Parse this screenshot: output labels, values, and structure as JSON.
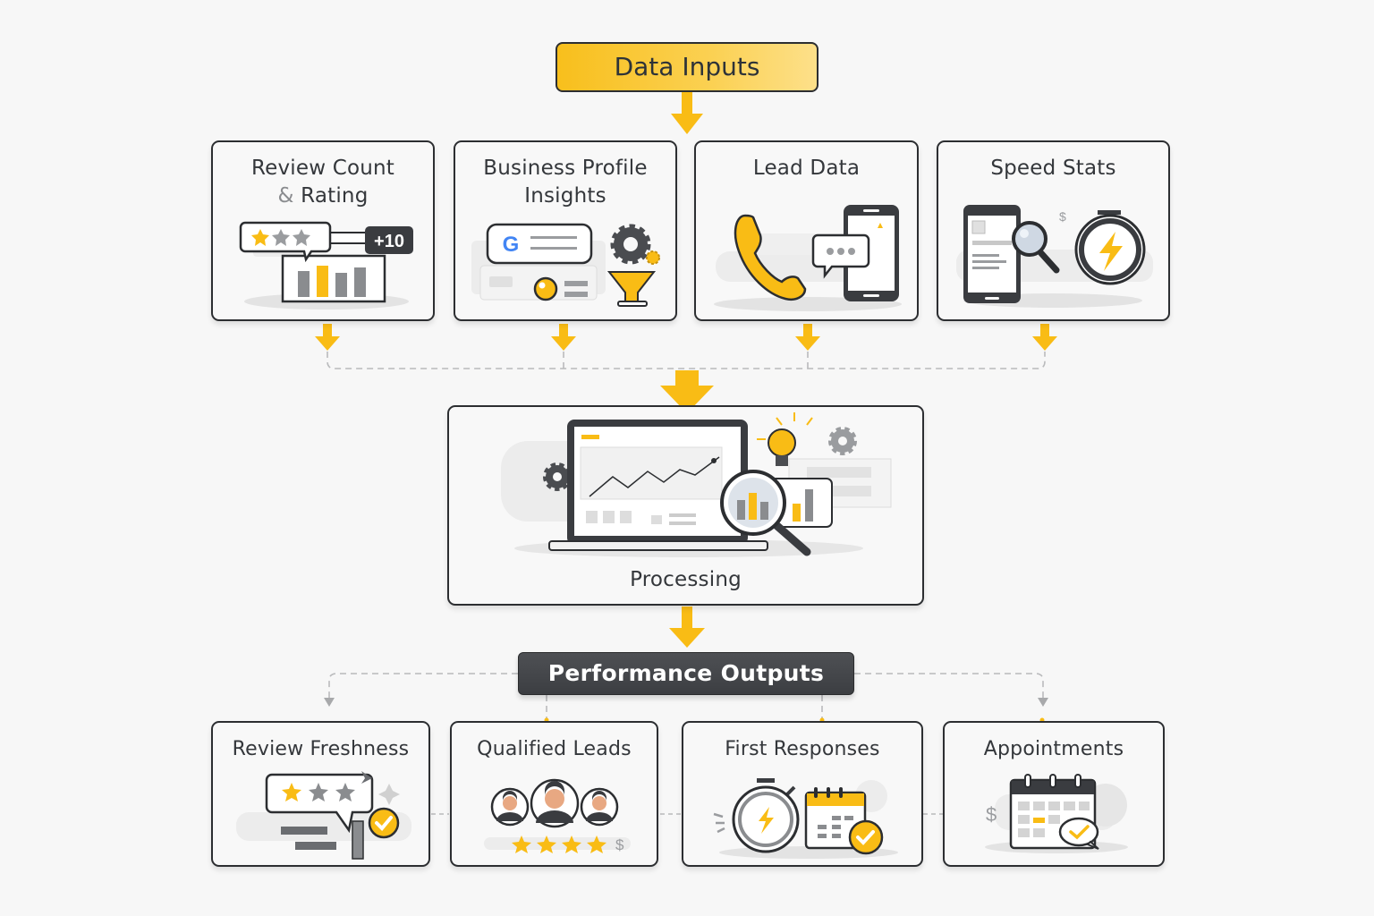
{
  "header": {
    "title": "Data Inputs"
  },
  "inputs": [
    {
      "title_line1": "Review Count",
      "title_amp": "&",
      "title_line2": "Rating",
      "icon": "review-rating-chart-icon",
      "badge": "+10",
      "stars_filled": 1,
      "stars_total": 3
    },
    {
      "title_line1": "Business Profile",
      "title_line2": "Insights",
      "icon": "google-profile-gear-funnel-icon",
      "google_letter": "G"
    },
    {
      "title": "Lead Data",
      "icon": "phone-chat-mobile-icon"
    },
    {
      "title": "Speed Stats",
      "icon": "tablet-magnifier-stopwatch-icon",
      "dollar": "$"
    }
  ],
  "processing": {
    "title": "Processing",
    "icon": "laptop-analytics-magnifier-icon"
  },
  "outputs_header": {
    "title": "Performance Outputs"
  },
  "outputs": [
    {
      "title": "Review Freshness",
      "icon": "review-bubble-check-icon",
      "stars_filled": 1,
      "stars_total": 3
    },
    {
      "title": "Qualified Leads",
      "icon": "people-stars-icon",
      "stars": 4,
      "dollar": "$"
    },
    {
      "title": "First Responses",
      "icon": "stopwatch-calendar-check-icon"
    },
    {
      "title": "Appointments",
      "icon": "calendar-check-icon",
      "dollar": "$"
    }
  ],
  "colors": {
    "accent_yellow": "#f9bc15",
    "dark": "#2c2e31",
    "gray": "#8e9094",
    "card_bg": "#f8f8f8",
    "page_bg": "#f7f7f7"
  }
}
